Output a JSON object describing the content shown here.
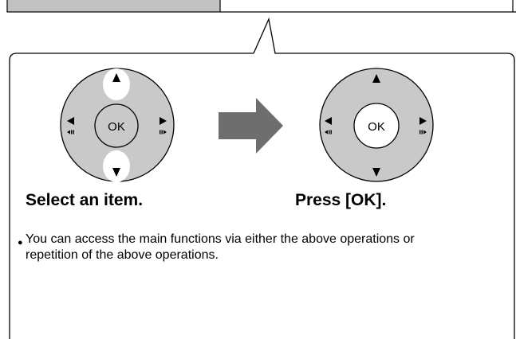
{
  "left_step": {
    "caption": "Select an item.",
    "center_label": "OK",
    "highlighted_keys": [
      "up",
      "down"
    ]
  },
  "right_step": {
    "caption": "Press [OK].",
    "center_label": "OK",
    "highlighted_keys": [
      "ok"
    ]
  },
  "note": {
    "bullet": "●",
    "text": "You can access the main functions via either the above operations or repetition of the above operations."
  },
  "colors": {
    "pad_gray": "#c9c9c9",
    "tab_gray": "#c2c2c2",
    "arrow_gray": "#6e6e6e",
    "outline": "#000000",
    "highlight": "#ffffff"
  },
  "icons": [
    "up-triangle-icon",
    "down-triangle-icon",
    "left-triangle-icon",
    "right-triangle-icon",
    "rewind-icon",
    "forward-icon",
    "right-arrow-icon"
  ]
}
